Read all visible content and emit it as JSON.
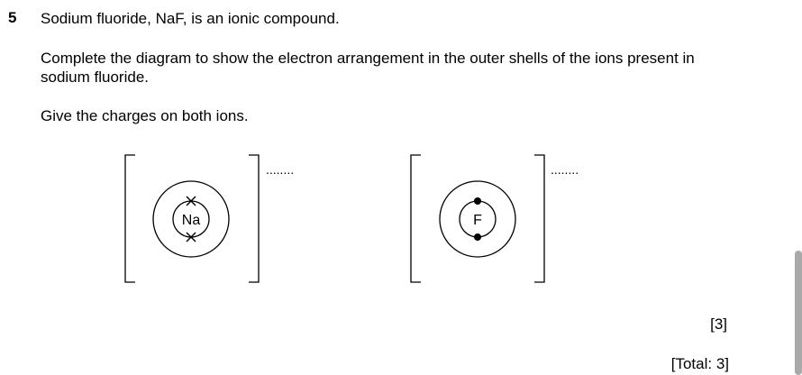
{
  "question": {
    "number": "5",
    "line1": "Sodium fluoride, NaF, is an ionic compound.",
    "line2": "Complete the diagram to show the electron arrangement in the outer shells of the ions present in",
    "line3": "sodium fluoride.",
    "line4": "Give the charges on both ions."
  },
  "diagram": {
    "sodium_ion": {
      "symbol": "Na",
      "charge_blank": "........",
      "electron_mark": "cross",
      "electrons_shown": 2
    },
    "fluoride_ion": {
      "symbol": "F",
      "charge_blank": "........",
      "electron_mark": "dot",
      "electrons_shown": 2
    }
  },
  "marks": "[3]",
  "total": "[Total: 3]"
}
